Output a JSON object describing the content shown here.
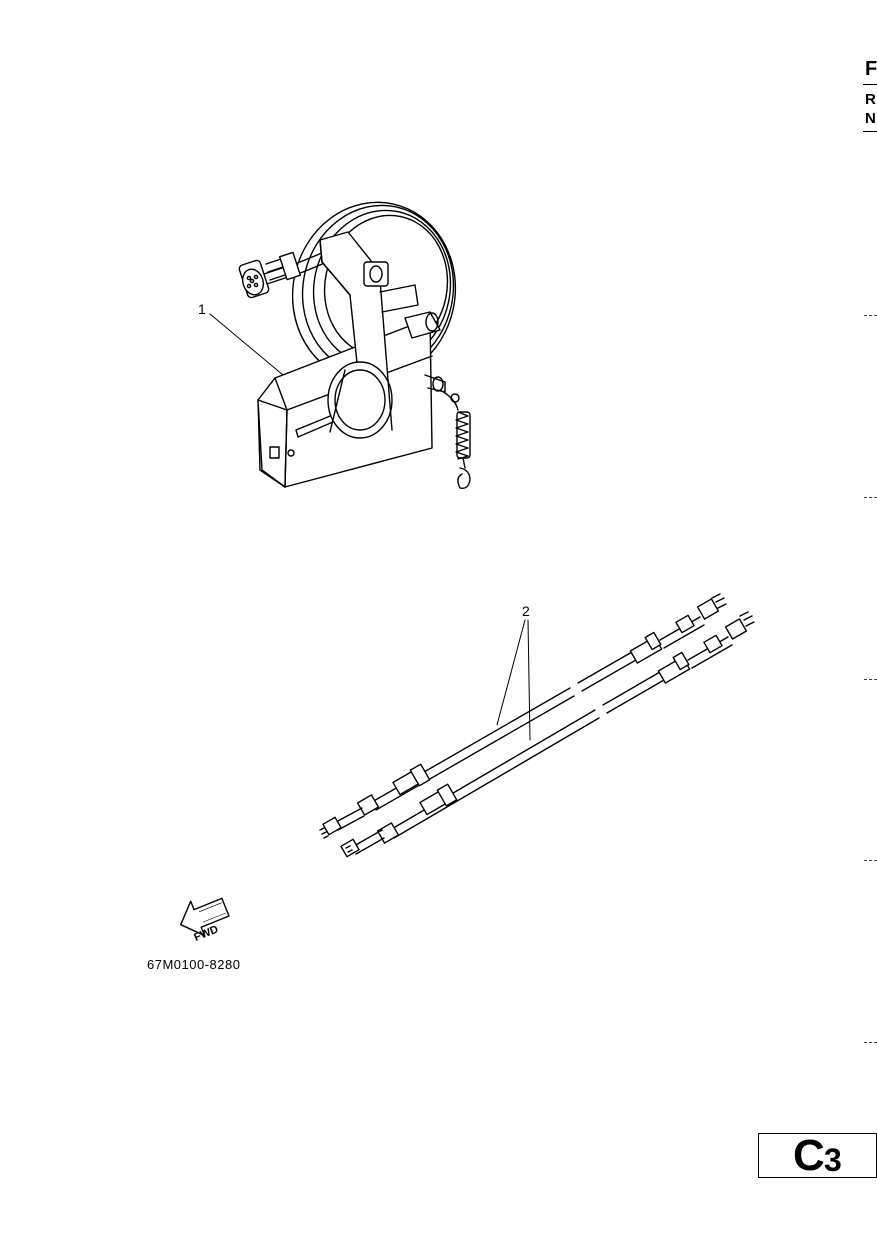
{
  "header": {
    "letter_top": "F",
    "letter_r": "R",
    "letter_n": "N"
  },
  "callouts": {
    "part_1": "1",
    "part_2": "2"
  },
  "fwd_label": "FWD",
  "part_code": "67M0100-8280",
  "page_id": {
    "letter": "C",
    "number": "3"
  },
  "colors": {
    "ink": "#000000",
    "paper": "#ffffff"
  }
}
